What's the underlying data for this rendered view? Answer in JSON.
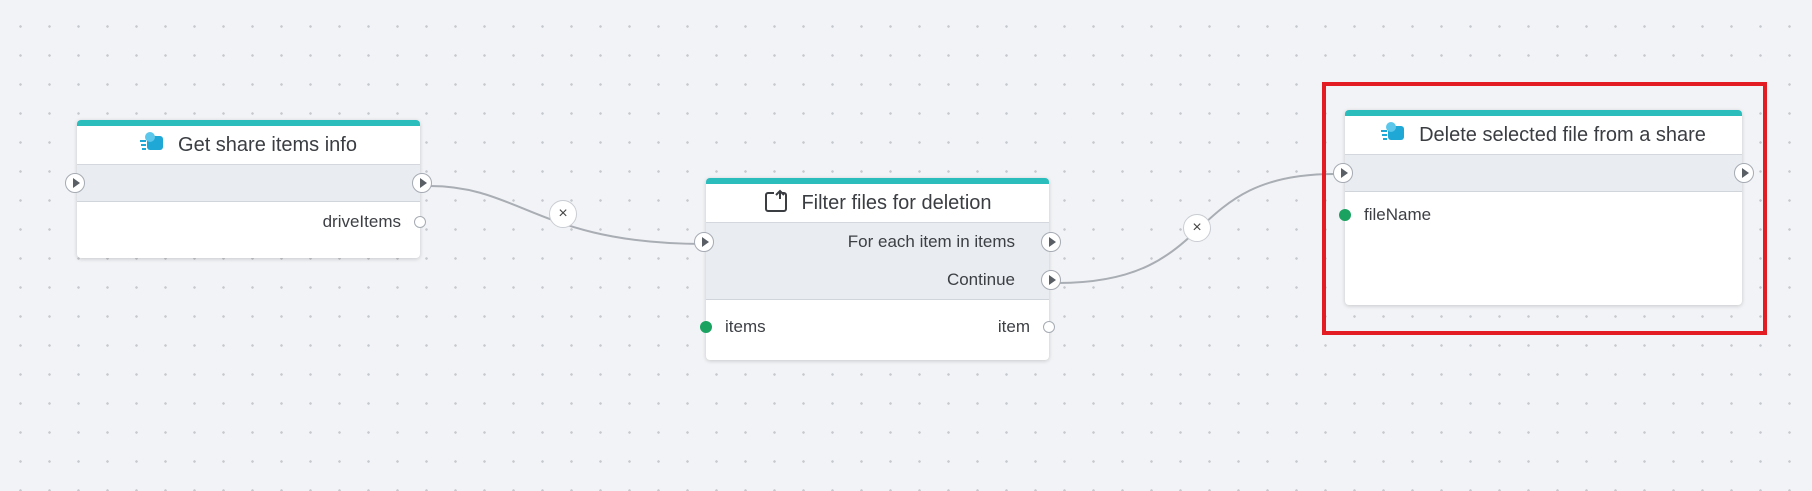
{
  "nodes": {
    "get_share": {
      "title": "Get share items info",
      "icon": "sharepoint-icon",
      "outputs": [
        "driveItems"
      ]
    },
    "filter": {
      "title": "Filter files for deletion",
      "icon": "loop-icon",
      "flow_outputs": [
        "For each item in items",
        "Continue"
      ],
      "inputs": [
        "items"
      ],
      "outputs": [
        "item"
      ]
    },
    "delete": {
      "title": "Delete selected file from a share",
      "icon": "sharepoint-icon",
      "inputs": [
        "fileName"
      ]
    }
  },
  "link_controls": [
    "×",
    "×"
  ],
  "colors": {
    "node_accent": "#2bbcbc",
    "selection": "#e31b23",
    "data_port": "#1aa260",
    "canvas": "#f2f3f6"
  }
}
